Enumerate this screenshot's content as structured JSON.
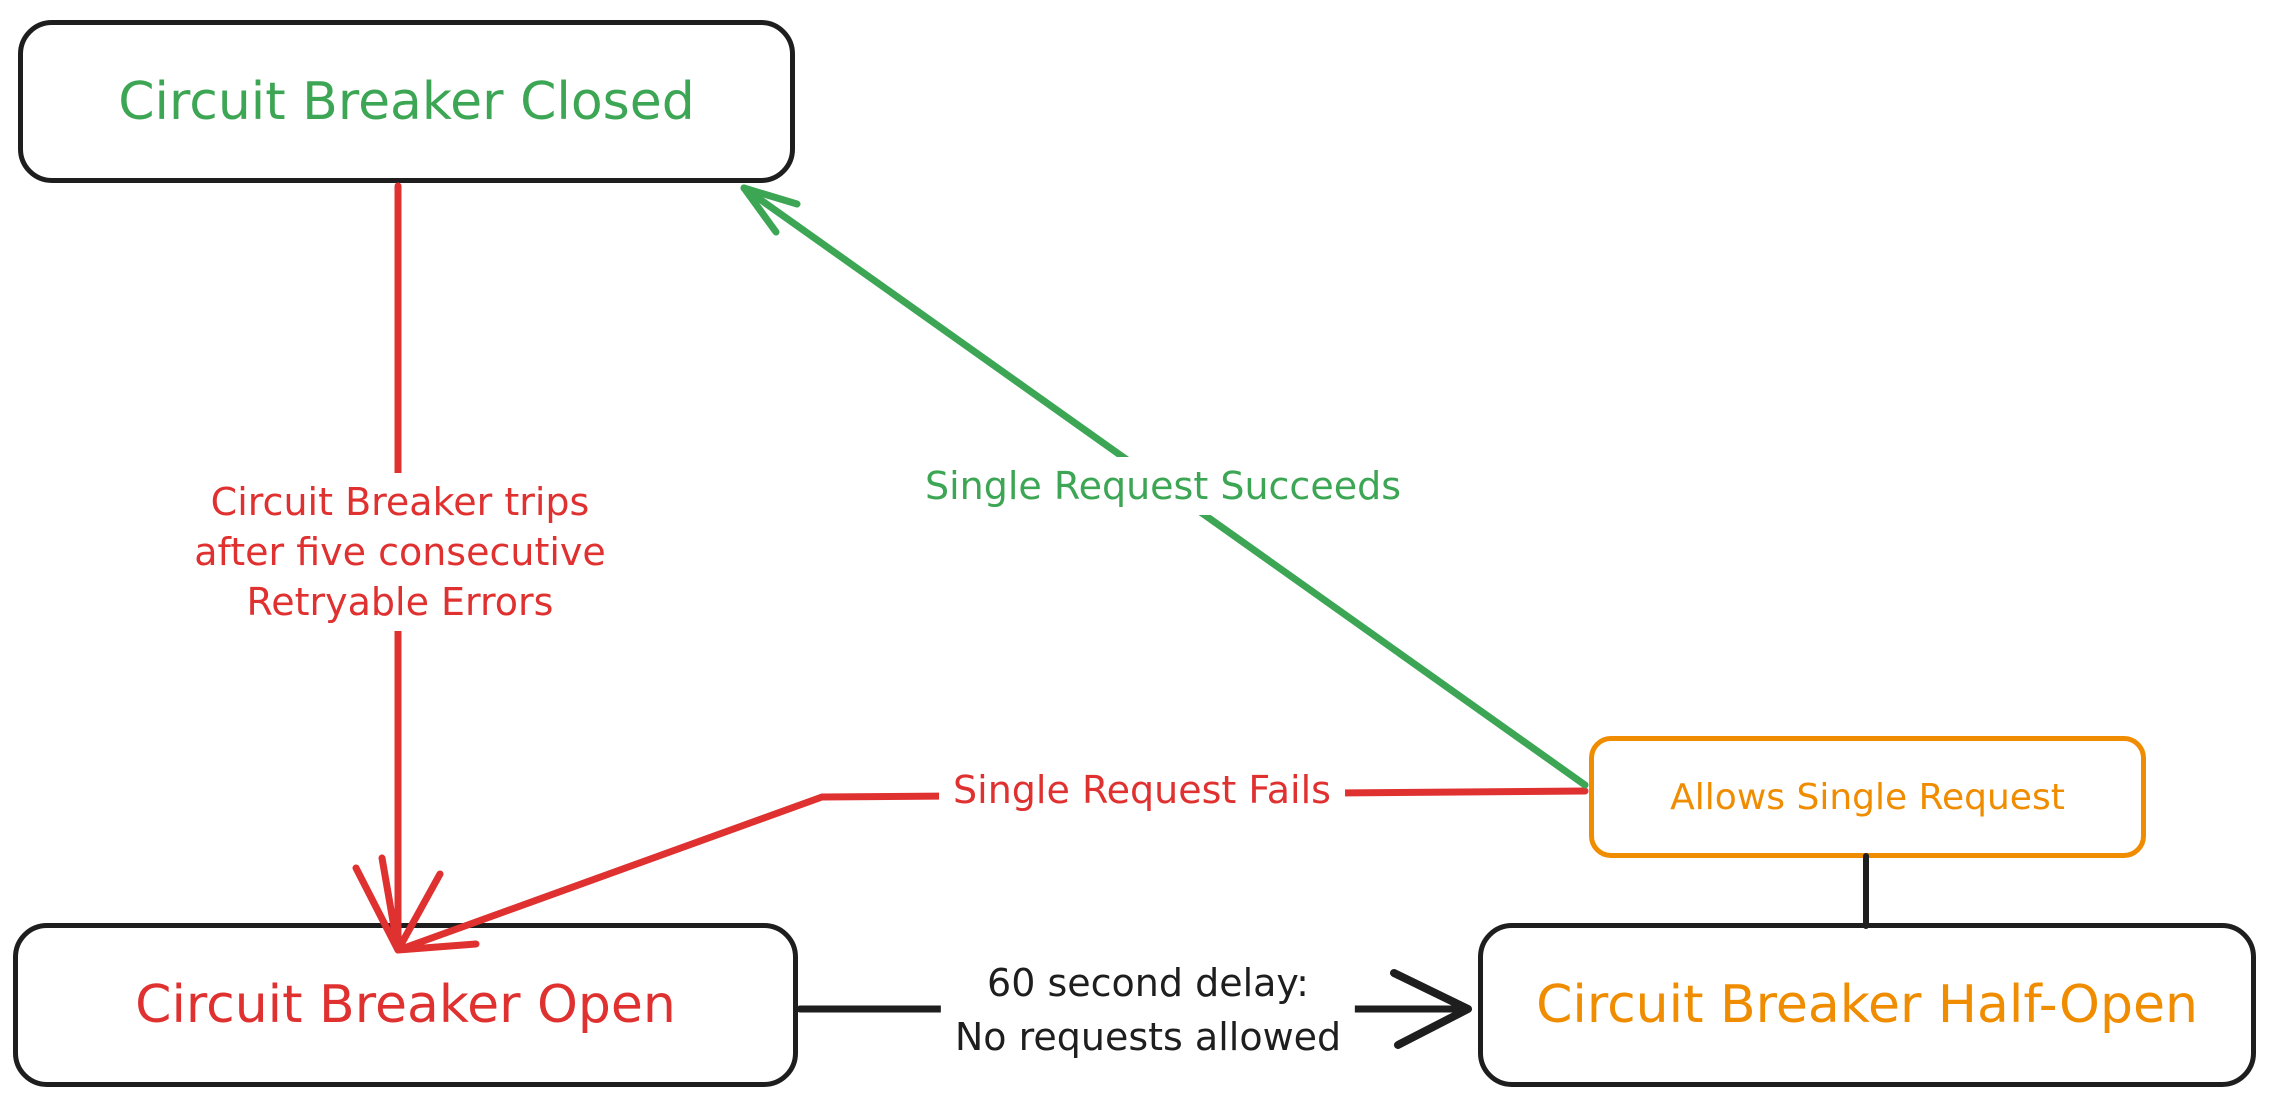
{
  "diagram": {
    "type": "state-diagram",
    "subject": "circuit-breaker-states"
  },
  "nodes": {
    "closed": {
      "label": "Circuit Breaker Closed"
    },
    "open": {
      "label": "Circuit Breaker Open"
    },
    "half_open": {
      "label": "Circuit Breaker Half-Open"
    },
    "allows": {
      "label": "Allows Single Request"
    }
  },
  "edges": {
    "trips": {
      "from": "closed",
      "to": "open",
      "line1": "Circuit Breaker trips",
      "line2": "after five consecutive",
      "line3": "Retryable Errors"
    },
    "succeeds": {
      "from": "allows",
      "to": "closed",
      "label": "Single Request Succeeds"
    },
    "fails": {
      "from": "allows",
      "to": "open",
      "label": "Single Request Fails"
    },
    "delay": {
      "from": "open",
      "to": "half_open",
      "line1": "60 second delay:",
      "line2": "No requests allowed"
    },
    "link": {
      "from": "half_open",
      "to": "allows",
      "label": ""
    }
  },
  "colors": {
    "red": "#e03131",
    "green": "#3ca655",
    "orange": "#f08c00",
    "ink": "#1e1e1e",
    "background": "#ffffff"
  }
}
